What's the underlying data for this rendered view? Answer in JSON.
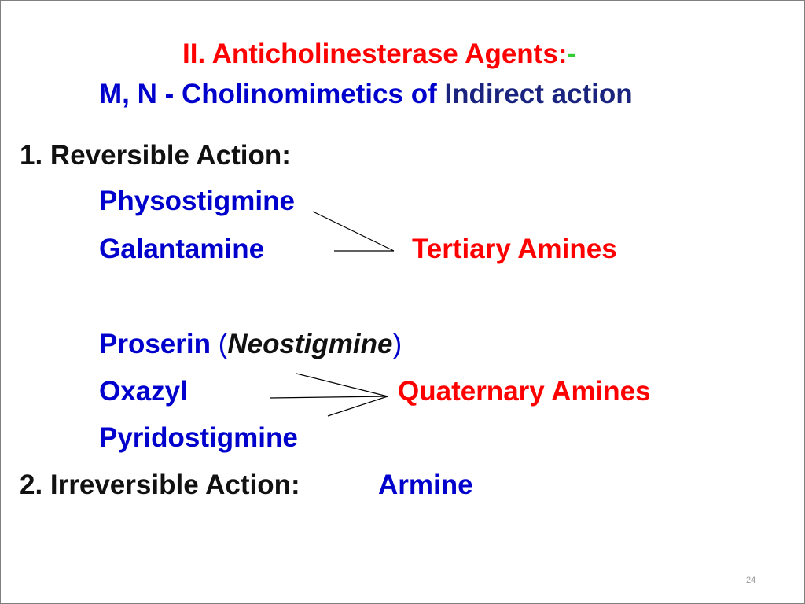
{
  "title": {
    "line1_main": "II. Anticholinesterase Agents",
    "line1_colon": ":",
    "line1_dash": "-",
    "line2_prefix": "M, N - Cholinomimetics of ",
    "line2_suffix": "Indirect action"
  },
  "section1": {
    "heading": "1. Reversible Action:",
    "tertiary_drugs": [
      "Physostigmine",
      "Galantamine"
    ],
    "tertiary_label": "Tertiary Amines",
    "quaternary_drugs": {
      "proserin": "Proserin",
      "paren_open": " (",
      "neostigmine": "Neostigmine",
      "paren_close": ")",
      "oxazyl": "Oxazyl",
      "pyridostigmine": "Pyridostigmine"
    },
    "quaternary_label": "Quaternary Amines"
  },
  "section2": {
    "heading": "2. Irreversible Action:",
    "drug": "Armine"
  },
  "page_number": "24",
  "colors": {
    "title_red": "#ff0000",
    "drug_blue": "#0000cc",
    "accent_green": "#33cc33",
    "text_black": "#111111",
    "title_dark_blue": "#1a237e"
  }
}
